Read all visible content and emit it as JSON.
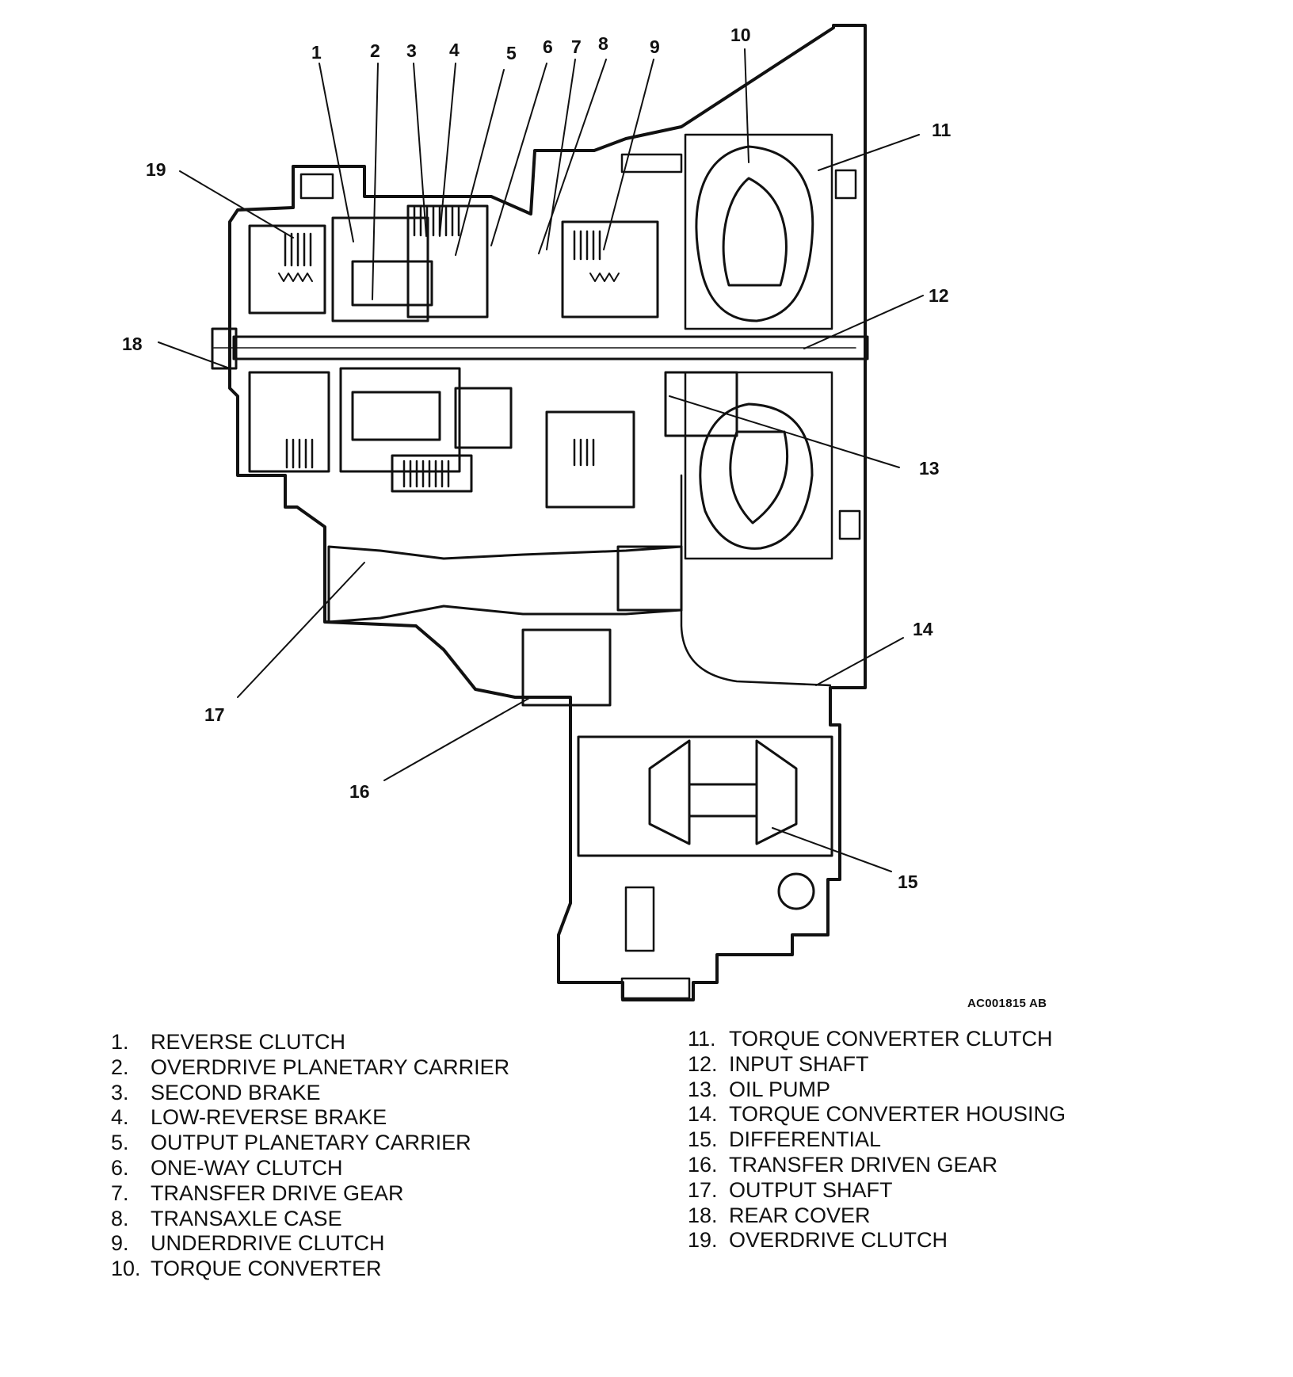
{
  "figure_code": "AC001815 AB",
  "callouts": [
    "1",
    "2",
    "3",
    "4",
    "5",
    "6",
    "7",
    "8",
    "9",
    "10",
    "11",
    "12",
    "13",
    "14",
    "15",
    "16",
    "17",
    "18",
    "19"
  ],
  "legend_left": [
    {
      "num": "1.",
      "label": "REVERSE CLUTCH"
    },
    {
      "num": "2.",
      "label": "OVERDRIVE PLANETARY CARRIER"
    },
    {
      "num": "3.",
      "label": "SECOND BRAKE"
    },
    {
      "num": "4.",
      "label": "LOW-REVERSE BRAKE"
    },
    {
      "num": "5.",
      "label": "OUTPUT PLANETARY CARRIER"
    },
    {
      "num": "6.",
      "label": "ONE-WAY CLUTCH"
    },
    {
      "num": "7.",
      "label": "TRANSFER DRIVE GEAR"
    },
    {
      "num": "8.",
      "label": "TRANSAXLE CASE"
    },
    {
      "num": "9.",
      "label": "UNDERDRIVE CLUTCH"
    },
    {
      "num": "10.",
      "label": "TORQUE CONVERTER"
    }
  ],
  "legend_right": [
    {
      "num": "11.",
      "label": "TORQUE CONVERTER CLUTCH"
    },
    {
      "num": "12.",
      "label": "INPUT SHAFT"
    },
    {
      "num": "13.",
      "label": "OIL PUMP"
    },
    {
      "num": "14.",
      "label": "TORQUE CONVERTER HOUSING"
    },
    {
      "num": "15.",
      "label": "DIFFERENTIAL"
    },
    {
      "num": "16.",
      "label": "TRANSFER DRIVEN GEAR"
    },
    {
      "num": "17.",
      "label": "OUTPUT SHAFT"
    },
    {
      "num": "18.",
      "label": "REAR COVER"
    },
    {
      "num": "19.",
      "label": "OVERDRIVE CLUTCH"
    }
  ],
  "colors": {
    "ink": "#111111",
    "paper": "#ffffff"
  }
}
